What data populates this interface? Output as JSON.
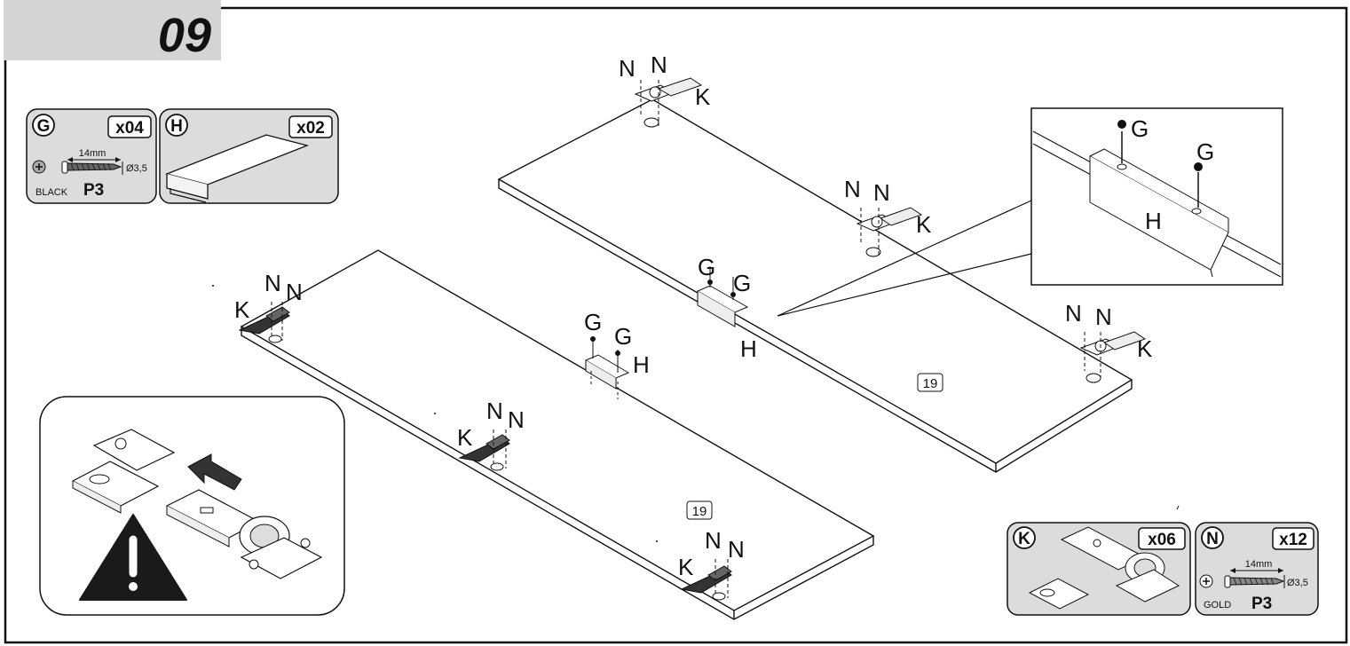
{
  "step": {
    "number": "09"
  },
  "parts": {
    "G": {
      "letter": "G",
      "qty": "x04",
      "length": "14mm",
      "diameter": "Ø3,5",
      "finish": "BLACK",
      "code": "P3"
    },
    "H": {
      "letter": "H",
      "qty": "x02"
    },
    "K": {
      "letter": "K",
      "qty": "x06"
    },
    "N": {
      "letter": "N",
      "qty": "x12",
      "length": "14mm",
      "diameter": "Ø3,5",
      "finish": "GOLD",
      "code": "P3"
    }
  },
  "panels": {
    "upper_number": "19",
    "lower_number": "19"
  },
  "labels": {
    "top_n1": "N",
    "top_n2": "N",
    "top_k": "K",
    "mid_n1": "N",
    "mid_n2": "N",
    "mid_k": "K",
    "right_n1": "N",
    "right_n2": "N",
    "right_k": "K",
    "up_g1": "G",
    "up_g2": "G",
    "up_h": "H",
    "det_g1": "G",
    "det_g2": "G",
    "det_h": "H",
    "low_k1": "K",
    "low_n1": "N",
    "low_n2": "N",
    "low_g1": "G",
    "low_g2": "G",
    "low_h": "H",
    "low_k2": "K",
    "low_n3": "N",
    "low_n4": "N",
    "low_k3": "K",
    "low_n5": "N",
    "low_n6": "N"
  },
  "colors": {
    "ink": "#111111",
    "panel_bg": "#dcdcdc",
    "tab_bg": "#d4d4d4",
    "warning": "#1a1a1a"
  }
}
